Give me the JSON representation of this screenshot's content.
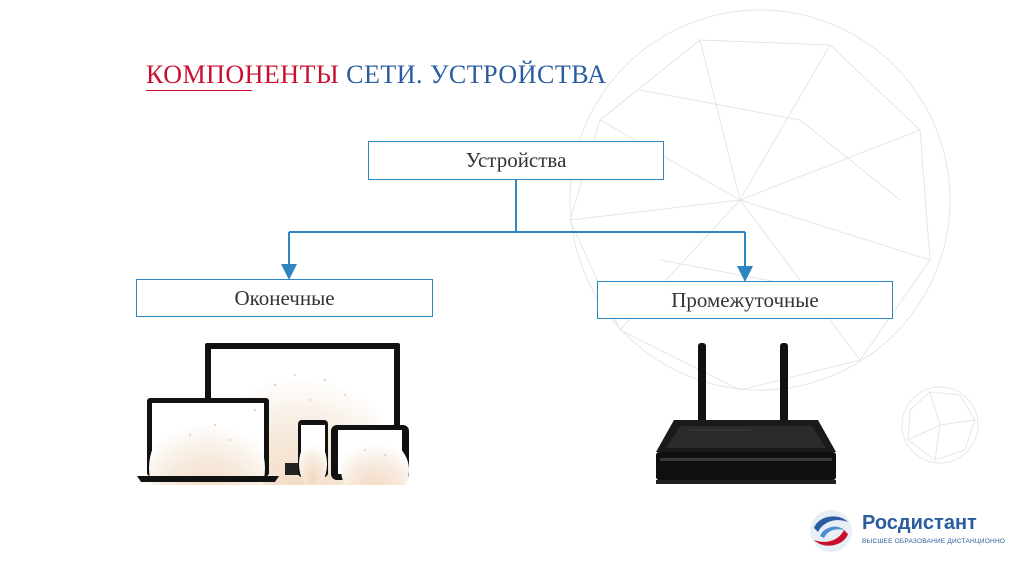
{
  "slide": {
    "title_part1": "КОМПОНЕНТЫ",
    "title_part2": "СЕТИ. УСТРОЙСТВА"
  },
  "diagram": {
    "root": "Устройства",
    "left": "Оконечные",
    "right": "Промежуточные"
  },
  "illustrations": {
    "left": "end-devices-icon",
    "right": "router-icon"
  },
  "logo": {
    "name": "Росдистант",
    "tagline": "ВЫСШЕЕ ОБРАЗОВАНИЕ ДИСТАНЦИОННО"
  },
  "colors": {
    "title_red": "#c8102e",
    "title_blue": "#2a5d9f",
    "box_border": "#2e86c1",
    "connector": "#2e86c1"
  }
}
